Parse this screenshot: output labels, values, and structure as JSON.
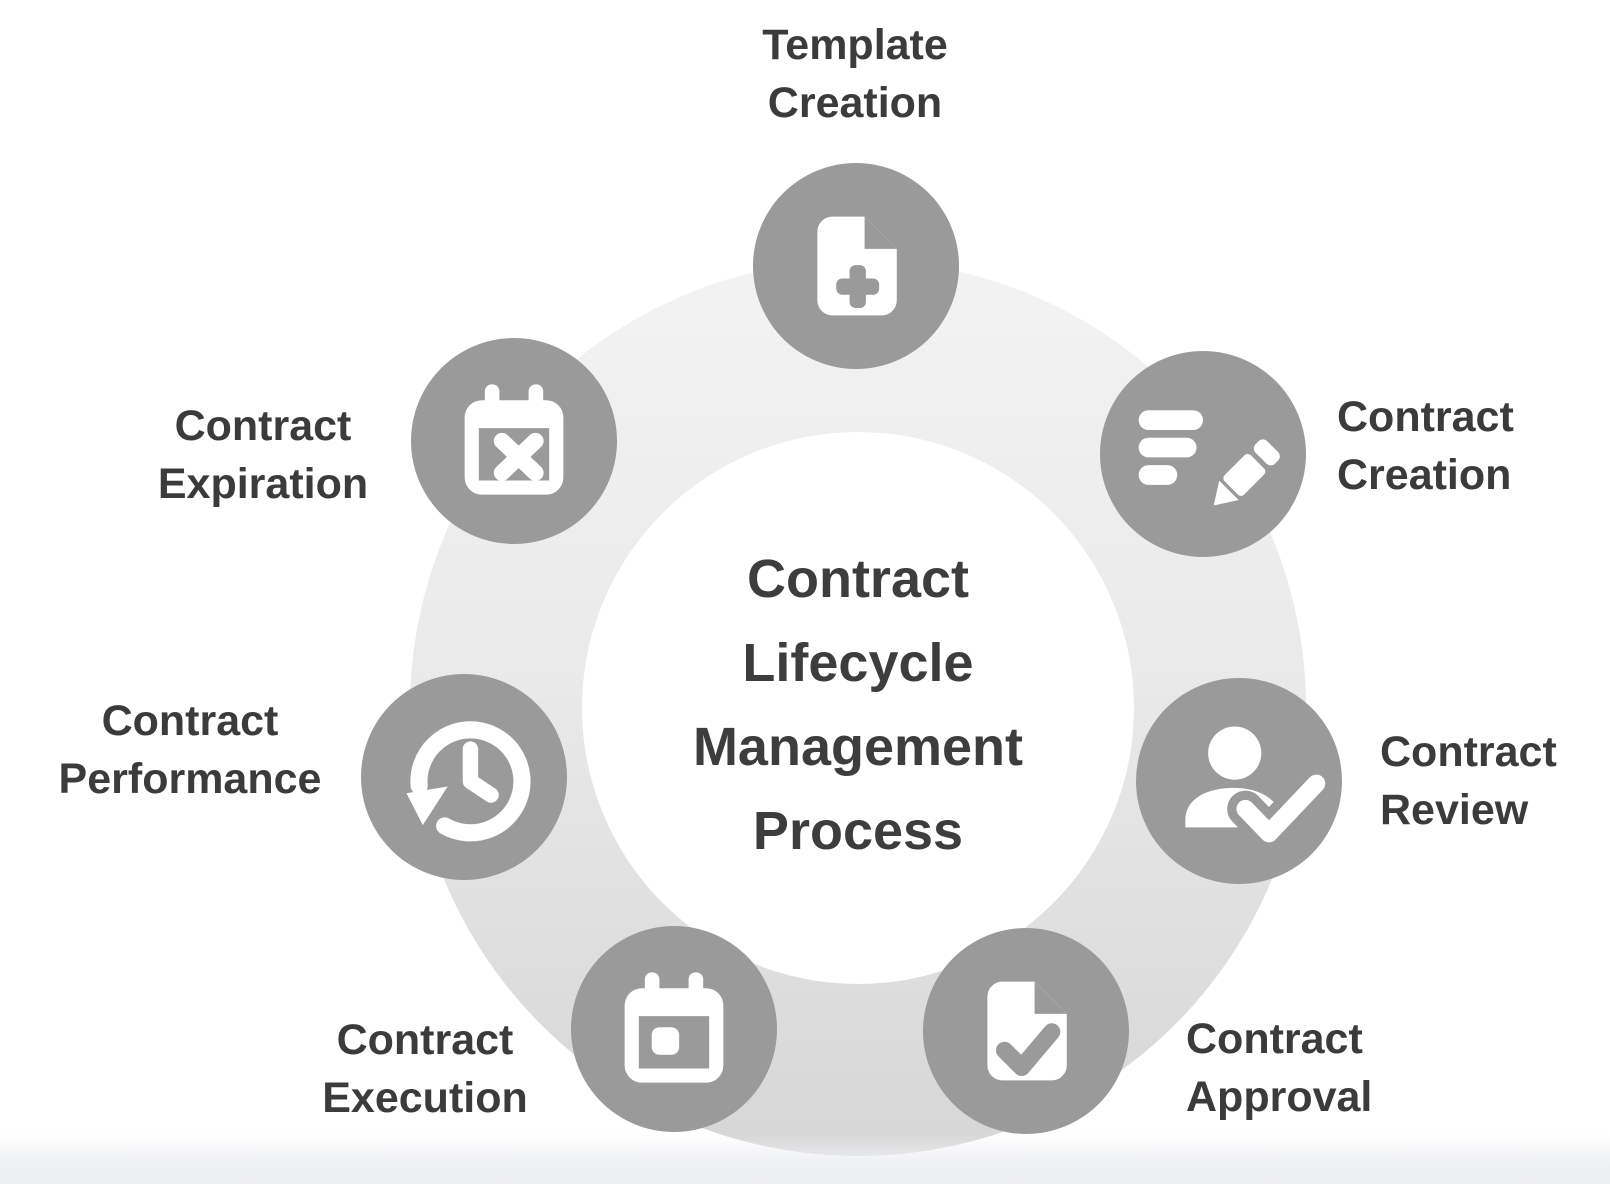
{
  "title": "Contract Lifecycle Management Process",
  "center": {
    "title_lines": [
      "Contract",
      "Lifecycle",
      "Management",
      "Process"
    ]
  },
  "nodes": [
    {
      "id": "template-creation",
      "label": [
        "Template",
        "Creation"
      ],
      "icon": "file-plus-icon"
    },
    {
      "id": "contract-creation",
      "label": [
        "Contract",
        "Creation"
      ],
      "icon": "edit-list-icon"
    },
    {
      "id": "contract-review",
      "label": [
        "Contract",
        "Review"
      ],
      "icon": "person-check-icon"
    },
    {
      "id": "contract-approval",
      "label": [
        "Contract",
        "Approval"
      ],
      "icon": "file-check-icon"
    },
    {
      "id": "contract-execution",
      "label": [
        "Contract",
        "Execution"
      ],
      "icon": "calendar-date-icon"
    },
    {
      "id": "contract-performance",
      "label": [
        "Contract",
        "Performance"
      ],
      "icon": "clock-history-icon"
    },
    {
      "id": "contract-expiration",
      "label": [
        "Contract",
        "Expiration"
      ],
      "icon": "calendar-x-icon"
    }
  ],
  "colors": {
    "node_circle": "#9a9a9a",
    "icon": "#ffffff",
    "ring_top": "#f3f3f3",
    "ring_bottom": "#d6d6d6",
    "text": "#3b3b3b",
    "background": "#ffffff"
  }
}
